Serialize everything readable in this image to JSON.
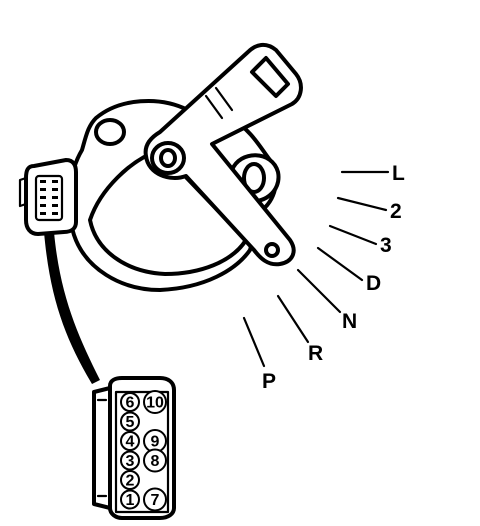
{
  "gear_positions": [
    {
      "id": "L",
      "label": "L"
    },
    {
      "id": "2",
      "label": "2"
    },
    {
      "id": "3",
      "label": "3"
    },
    {
      "id": "D",
      "label": "D"
    },
    {
      "id": "N",
      "label": "N"
    },
    {
      "id": "R",
      "label": "R"
    },
    {
      "id": "P",
      "label": "P"
    }
  ],
  "connector_pins": [
    {
      "left": "6",
      "right": "10"
    },
    {
      "left": "5",
      "right": ""
    },
    {
      "left": "4",
      "right": "9"
    },
    {
      "left": "3",
      "right": "8"
    },
    {
      "left": "2",
      "right": ""
    },
    {
      "left": "1",
      "right": "7"
    }
  ]
}
